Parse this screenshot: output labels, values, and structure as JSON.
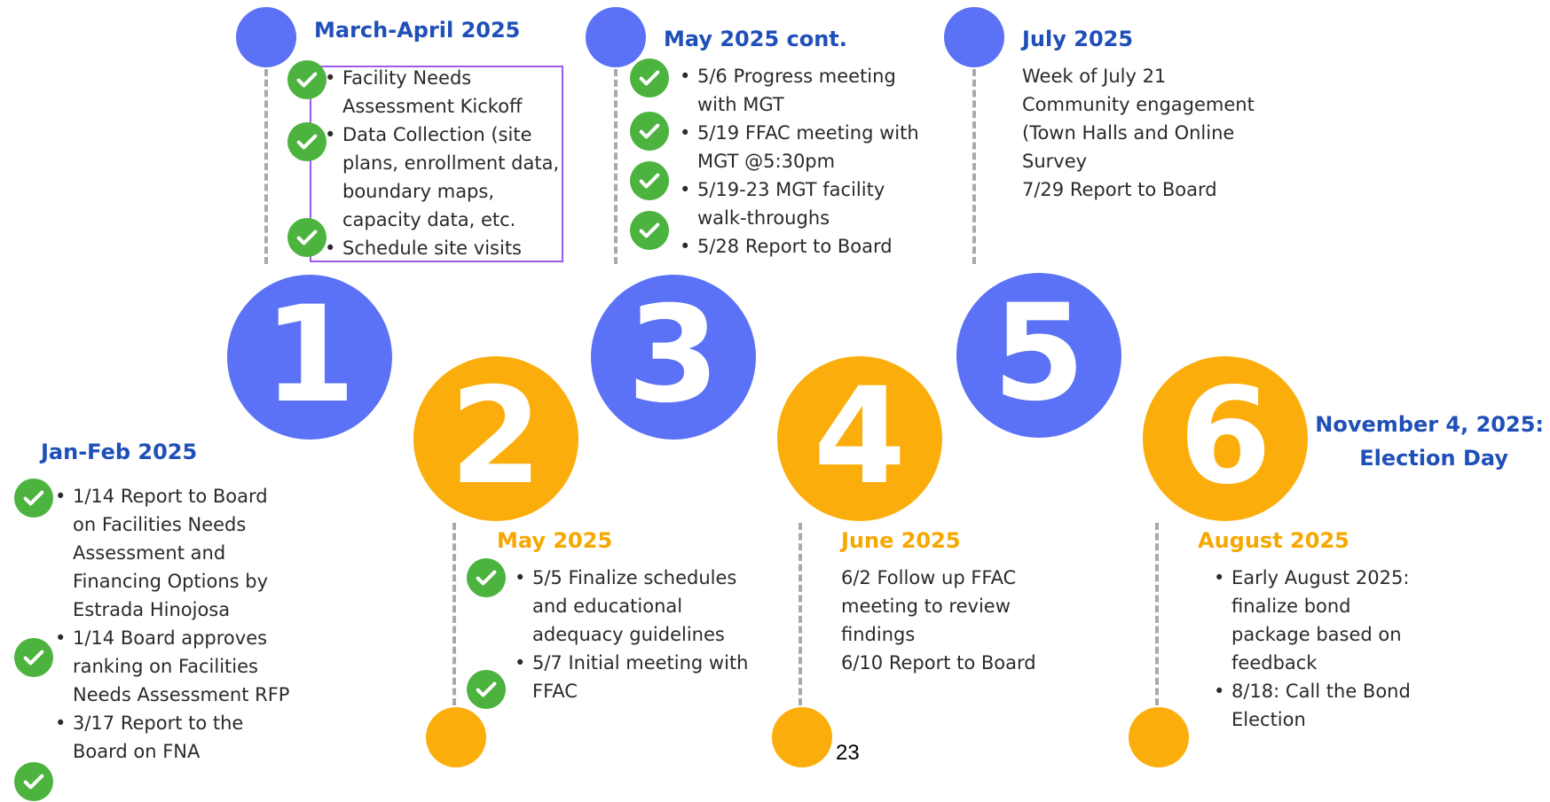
{
  "steps": [
    {
      "number": "1",
      "heading": "March-April 2025",
      "items": [
        "Facility Needs Assessment Kickoff",
        "Data Collection (site plans, enrollment data, boundary maps, capacity data, etc.",
        "Schedule site visits"
      ]
    },
    {
      "number": "2",
      "heading": "May 2025",
      "items": [
        "5/5 Finalize schedules and educational adequacy guidelines",
        "5/7 Initial meeting with FFAC"
      ]
    },
    {
      "number": "3",
      "heading": "May 2025 cont.",
      "items": [
        "5/6 Progress meeting with MGT",
        "5/19 FFAC meeting with MGT @5:30pm",
        "5/19-23 MGT facility walk-throughs",
        "5/28 Report to Board"
      ]
    },
    {
      "number": "4",
      "heading": "June 2025",
      "lines": [
        "6/2 Follow up FFAC meeting to review findings",
        "6/10 Report to Board"
      ]
    },
    {
      "number": "5",
      "heading": "July 2025",
      "lines": [
        "Week of July 21 Community engagement (Town Halls and Online Survey",
        "7/29 Report to Board"
      ]
    },
    {
      "number": "6",
      "heading": "August 2025",
      "items": [
        "Early August 2025: finalize bond package based on feedback",
        "8/18: Call the Bond Election"
      ]
    }
  ],
  "janfeb": {
    "heading": "Jan-Feb 2025",
    "items": [
      "1/14 Report to Board on Facilities Needs Assessment and Financing Options by Estrada Hinojosa",
      "1/14 Board approves ranking on Facilities Needs Assessment RFP",
      "3/17 Report to the Board on FNA"
    ]
  },
  "election": {
    "line1": "November 4, 2025:",
    "line2": "Election Day"
  },
  "page_number": "23",
  "colors": {
    "blue": "#5b72f6",
    "gold": "#fbae0b",
    "heading_blue": "#1f4fb8",
    "heading_gold": "#f6a800",
    "check_green": "#4cb33f",
    "highlight": "#9b59f0"
  },
  "icons": {
    "check": "check-circle-icon"
  }
}
